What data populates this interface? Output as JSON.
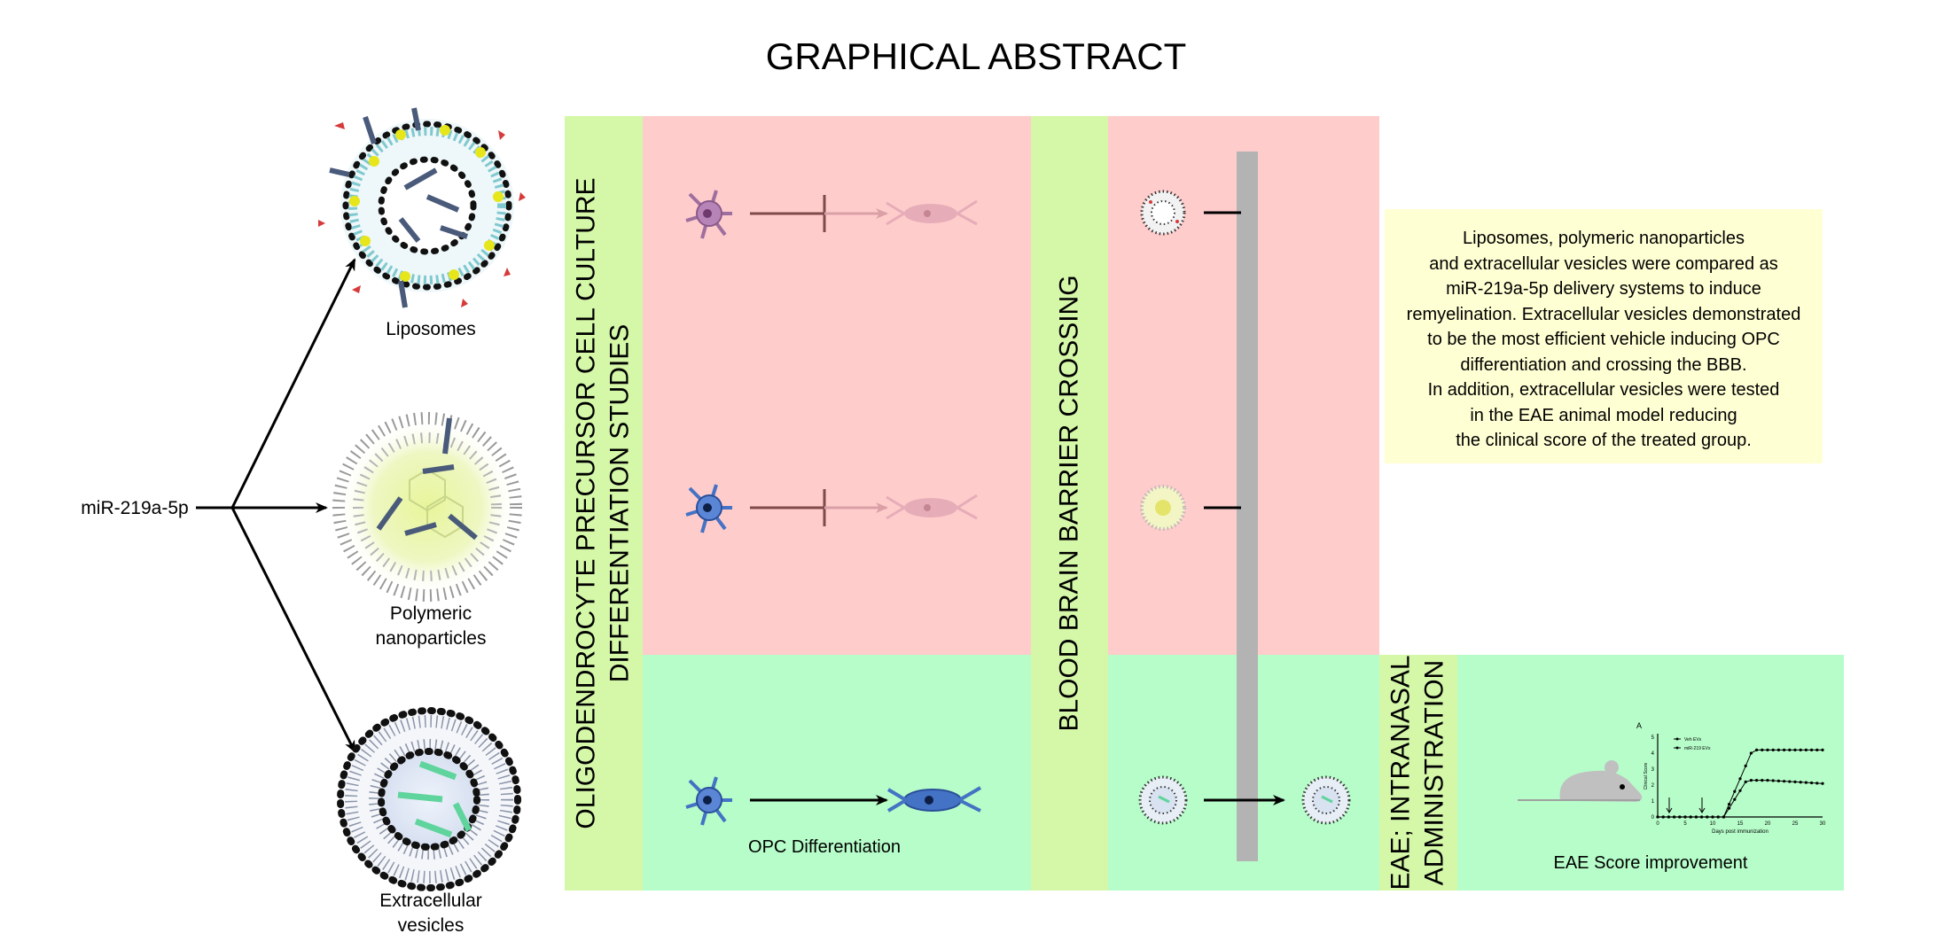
{
  "title": "GRAPHICAL ABSTRACT",
  "mirna_label": "miR-219a-5p",
  "carriers": {
    "liposomes": "Liposomes",
    "polymeric_line1": "Polymeric",
    "polymeric_line2": "nanoparticles",
    "ev_line1": "Extracellular",
    "ev_line2": "vesicles"
  },
  "sections": {
    "opc_line1": "OLIGODENDROCYTE PRECURSOR CELL CULTURE",
    "opc_line2": "DIFFERENTIATION STUDIES",
    "bbb": "BLOOD BRAIN BARRIER CROSSING",
    "eae_line1": "EAE; INTRANASAL",
    "eae_line2": "ADMINISTRATION"
  },
  "opc_differentiation_label": "OPC Differentiation",
  "eae_score_label": "EAE Score improvement",
  "summary_lines": [
    "Liposomes, polymeric nanoparticles",
    "and extracellular vesicles were compared as",
    "miR-219a-5p delivery systems to induce",
    "remyelination. Extracellular vesicles demonstrated",
    "to be the most efficient vehicle inducing OPC",
    "differentiation and crossing the BBB.",
    "In addition, extracellular vesicles were tested",
    "in the EAE animal model reducing",
    "the clinical score of the treated group."
  ],
  "mini_chart": {
    "panel_label": "A",
    "legend": [
      "Veh EVs",
      "miR-219 EVs"
    ],
    "ylabel": "Clinical Score",
    "xlabel": "Days post immunization",
    "x_ticks": [
      "0",
      "5",
      "10",
      "15",
      "20",
      "25",
      "30"
    ],
    "y_ticks": [
      "0",
      "1",
      "2",
      "3",
      "4",
      "5"
    ]
  },
  "colors": {
    "green_band": "#d4f7a8",
    "red_area": "#ffcccc",
    "green_area": "#b6fdc9",
    "note_bg": "#ffffd4",
    "barrier": "#b3b3b3",
    "opc_blue": "#4472c4"
  }
}
